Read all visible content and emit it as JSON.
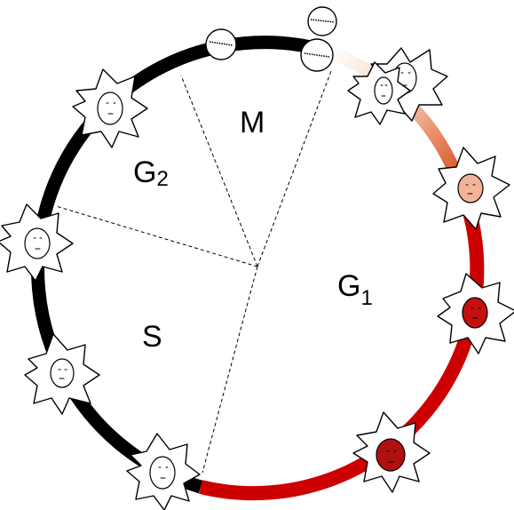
{
  "phases": {
    "g1": {
      "letter": "G",
      "subscript": "1"
    },
    "s": {
      "letter": "S",
      "subscript": ""
    },
    "g2": {
      "letter": "G",
      "subscript": "2"
    },
    "m": {
      "letter": "M",
      "subscript": ""
    }
  },
  "colors": {
    "ring_black": "#000000",
    "ring_red": "#cc0000",
    "ring_fade_peach": "#f6c2a8",
    "nucleus_white": "#ffffff",
    "nucleus_pale": "#f3b399",
    "nucleus_red": "#c61010",
    "nucleus_dark_red": "#b01010"
  },
  "cells": [
    {
      "name": "cell-early-g1",
      "phase": "G1",
      "nucleus_color": "#ffffff"
    },
    {
      "name": "cell-g1-pink",
      "phase": "G1",
      "nucleus_color": "#f3b399"
    },
    {
      "name": "cell-g1-red",
      "phase": "G1",
      "nucleus_color": "#c61010"
    },
    {
      "name": "cell-late-g1",
      "phase": "G1",
      "nucleus_color": "#b01010"
    },
    {
      "name": "cell-g1-s-boundary",
      "phase": "S",
      "nucleus_color": "#ffffff"
    },
    {
      "name": "cell-s-phase",
      "phase": "S",
      "nucleus_color": "#ffffff"
    },
    {
      "name": "cell-s-g2-boundary",
      "phase": "G2",
      "nucleus_color": "#ffffff"
    },
    {
      "name": "cell-g2-phase",
      "phase": "G2",
      "nucleus_color": "#ffffff"
    }
  ]
}
